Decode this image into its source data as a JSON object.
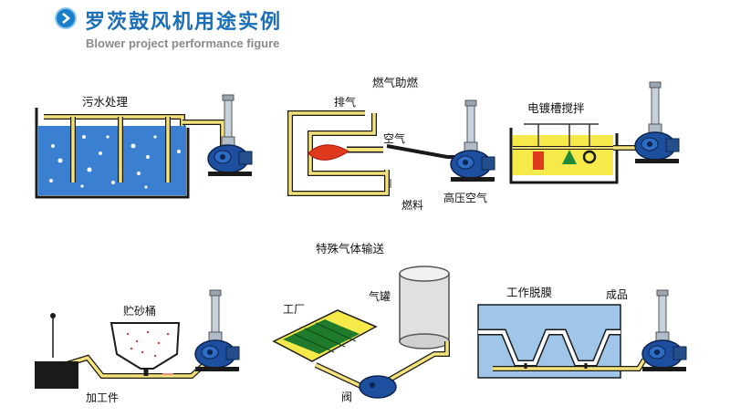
{
  "header": {
    "title": "罗茨鼓风机用途实例",
    "subtitle": "Blower project performance figure"
  },
  "panels": {
    "sewage": {
      "title": "污水处理"
    },
    "combustion": {
      "title": "燃气助燃",
      "exhaust": "排气",
      "air": "空气",
      "fuel": "燃料",
      "high_pressure_air": "高压空气"
    },
    "plating": {
      "title": "电镀槽搅拌"
    },
    "transport": {
      "title": "特殊气体输送"
    },
    "sandblast": {
      "hopper": "贮砂桶",
      "workpiece": "加工件"
    },
    "gas_tank": {
      "factory": "工厂",
      "tank": "气罐",
      "valve": "阀"
    },
    "demolding": {
      "title": "工作脱膜",
      "product": "成品"
    }
  },
  "colors": {
    "accent": "#1a6fb8",
    "water": "#3a7fd0",
    "pipe": "#f5e27a",
    "pipe_outline": "#1a1a1a",
    "blower": "#1d4f9e",
    "plating_bath": "#f6ea4a",
    "factory_green": "#1f7a2c",
    "mold": "#9fc6e8"
  },
  "icons": [
    "chevron-right-icon",
    "roots-blower-icon",
    "flame-icon",
    "arrow-icon"
  ]
}
